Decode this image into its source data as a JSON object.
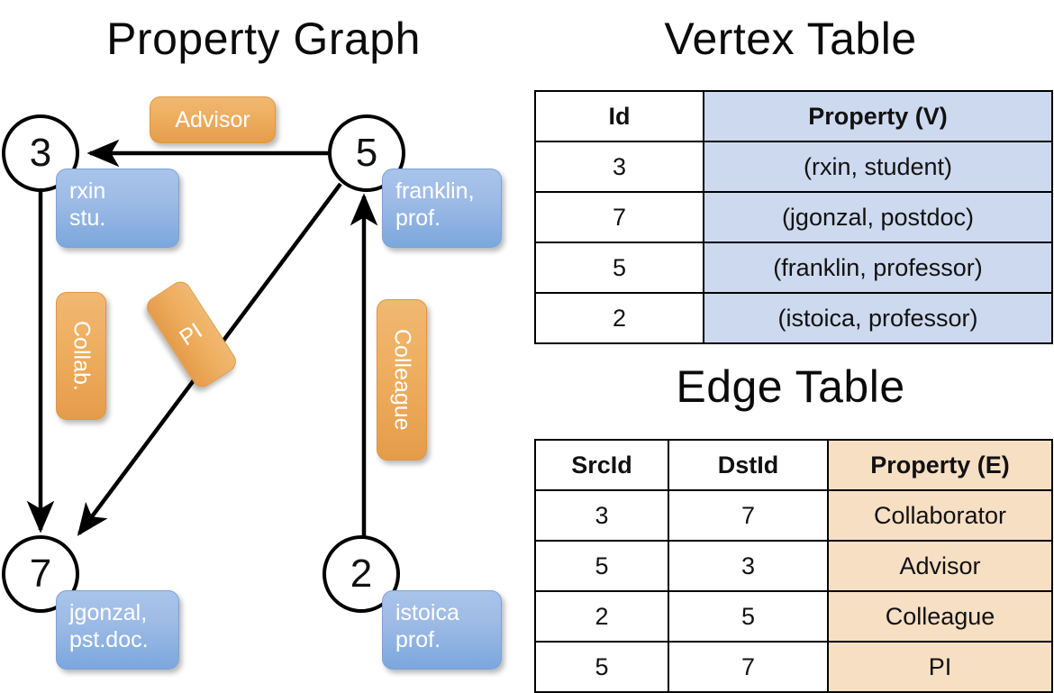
{
  "titles": {
    "property_graph": "Property Graph",
    "vertex_table": "Vertex Table",
    "edge_table": "Edge Table"
  },
  "graph": {
    "nodes": [
      {
        "id": "3",
        "property": "rxin\nstu."
      },
      {
        "id": "5",
        "property": "franklin,\nprof."
      },
      {
        "id": "7",
        "property": "jgonzal,\npst.doc."
      },
      {
        "id": "2",
        "property": "istoica\nprof."
      }
    ],
    "node_labels": {
      "n3": "3",
      "n5": "5",
      "n7": "7",
      "n2": "2"
    },
    "property_lines": {
      "rxin_1": "rxin",
      "rxin_2": "stu.",
      "franklin_1": "franklin,",
      "franklin_2": "prof.",
      "jgonzal_1": "jgonzal,",
      "jgonzal_2": "pst.doc.",
      "istoica_1": "istoica",
      "istoica_2": "prof."
    },
    "edge_labels": {
      "advisor": "Advisor",
      "collab": "Collab.",
      "pi": "PI",
      "colleague": "Colleague"
    }
  },
  "vertex_table": {
    "headers": [
      "Id",
      "Property (V)"
    ],
    "rows": [
      {
        "id": "3",
        "property": "(rxin, student)"
      },
      {
        "id": "7",
        "property": "(jgonzal, postdoc)"
      },
      {
        "id": "5",
        "property": "(franklin, professor)"
      },
      {
        "id": "2",
        "property": "(istoica, professor)"
      }
    ]
  },
  "edge_table": {
    "headers": [
      "SrcId",
      "DstId",
      "Property (E)"
    ],
    "rows": [
      {
        "src": "3",
        "dst": "7",
        "property": "Collaborator"
      },
      {
        "src": "5",
        "dst": "3",
        "property": "Advisor"
      },
      {
        "src": "2",
        "dst": "5",
        "property": "Colleague"
      },
      {
        "src": "5",
        "dst": "7",
        "property": "PI"
      }
    ]
  },
  "colors": {
    "vertex_property_fill": "#cdd9ee",
    "edge_property_fill": "#f7dfc4",
    "node_box_blue": "#8fb3e3",
    "edge_label_orange": "#eeae5f",
    "stroke": "#000000",
    "background": "#ffffff"
  }
}
